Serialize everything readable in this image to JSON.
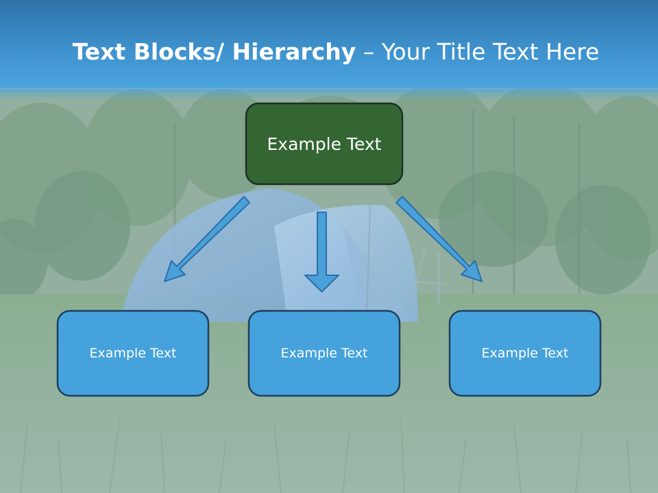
{
  "slide": {
    "title_bold": "Text Blocks/ Hierarchy",
    "title_rest": " – Your Title Text Here"
  },
  "hierarchy": {
    "top": "Example Text",
    "children": [
      "Example Text",
      "Example Text",
      "Example Text"
    ]
  },
  "colors": {
    "title_band": "#3f93cf",
    "top_box_fill": "#336633",
    "child_box_fill": "#45a2dc",
    "box_border": "#1f3f5f",
    "arrow_fill": "#4aa0d8",
    "arrow_stroke": "#2b6fa8"
  },
  "icons": {
    "arrow_left": "arrow-down-left-icon",
    "arrow_center": "arrow-down-icon",
    "arrow_right": "arrow-down-right-icon"
  }
}
